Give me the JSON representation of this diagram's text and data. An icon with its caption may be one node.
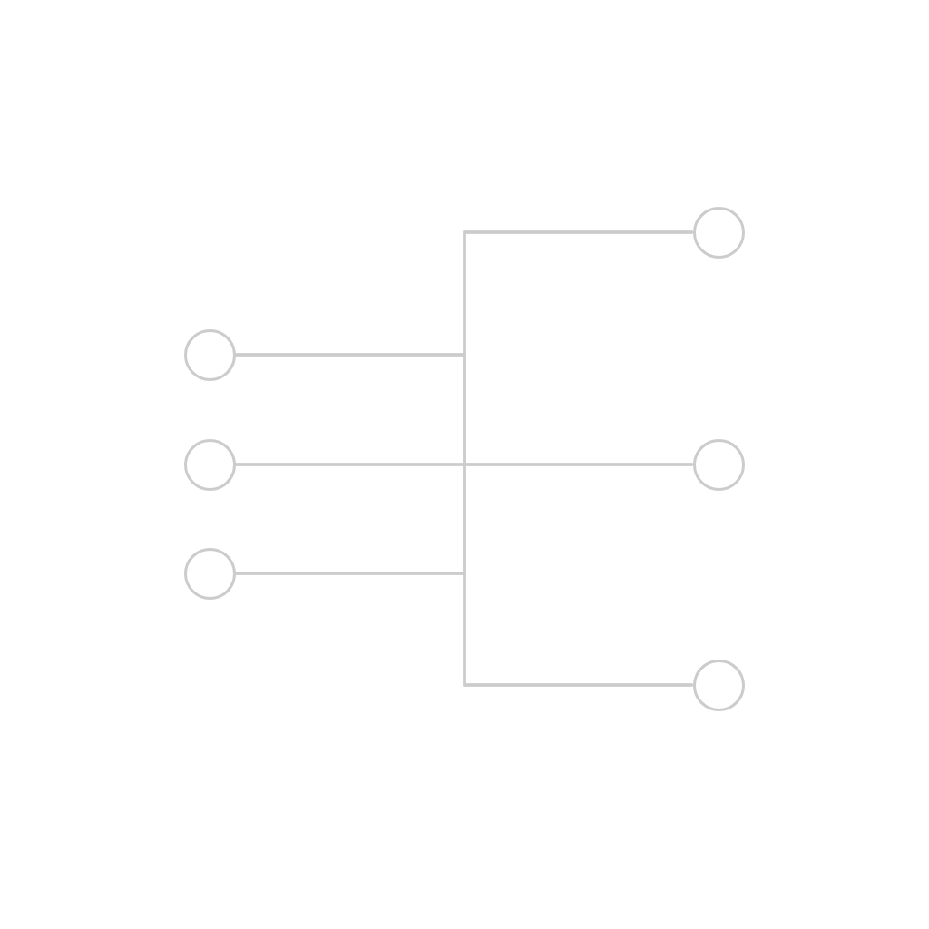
{
  "diagram": {
    "nodes": [
      {
        "text": [],
        "shape": "circle"
      },
      {
        "text": [],
        "shape": "circle"
      },
      {
        "text": [],
        "shape": "circle"
      },
      {
        "text": [],
        "shape": "circle"
      },
      {
        "text": [],
        "shape": "circle"
      },
      {
        "text": [],
        "shape": "circle"
      }
    ],
    "edges": [
      {
        "from": 0,
        "to": 3,
        "arrow": "none"
      },
      {
        "from": 0,
        "to": 4,
        "arrow": "none"
      },
      {
        "from": 0,
        "to": 5,
        "arrow": "none"
      },
      {
        "from": 1,
        "to": 3,
        "arrow": "none"
      },
      {
        "from": 1,
        "to": 4,
        "arrow": "none"
      },
      {
        "from": 1,
        "to": 5,
        "arrow": "none"
      },
      {
        "from": 2,
        "to": 3,
        "arrow": "none"
      },
      {
        "from": 2,
        "to": 4,
        "arrow": "none"
      },
      {
        "from": 2,
        "to": 5,
        "arrow": "none"
      }
    ]
  }
}
